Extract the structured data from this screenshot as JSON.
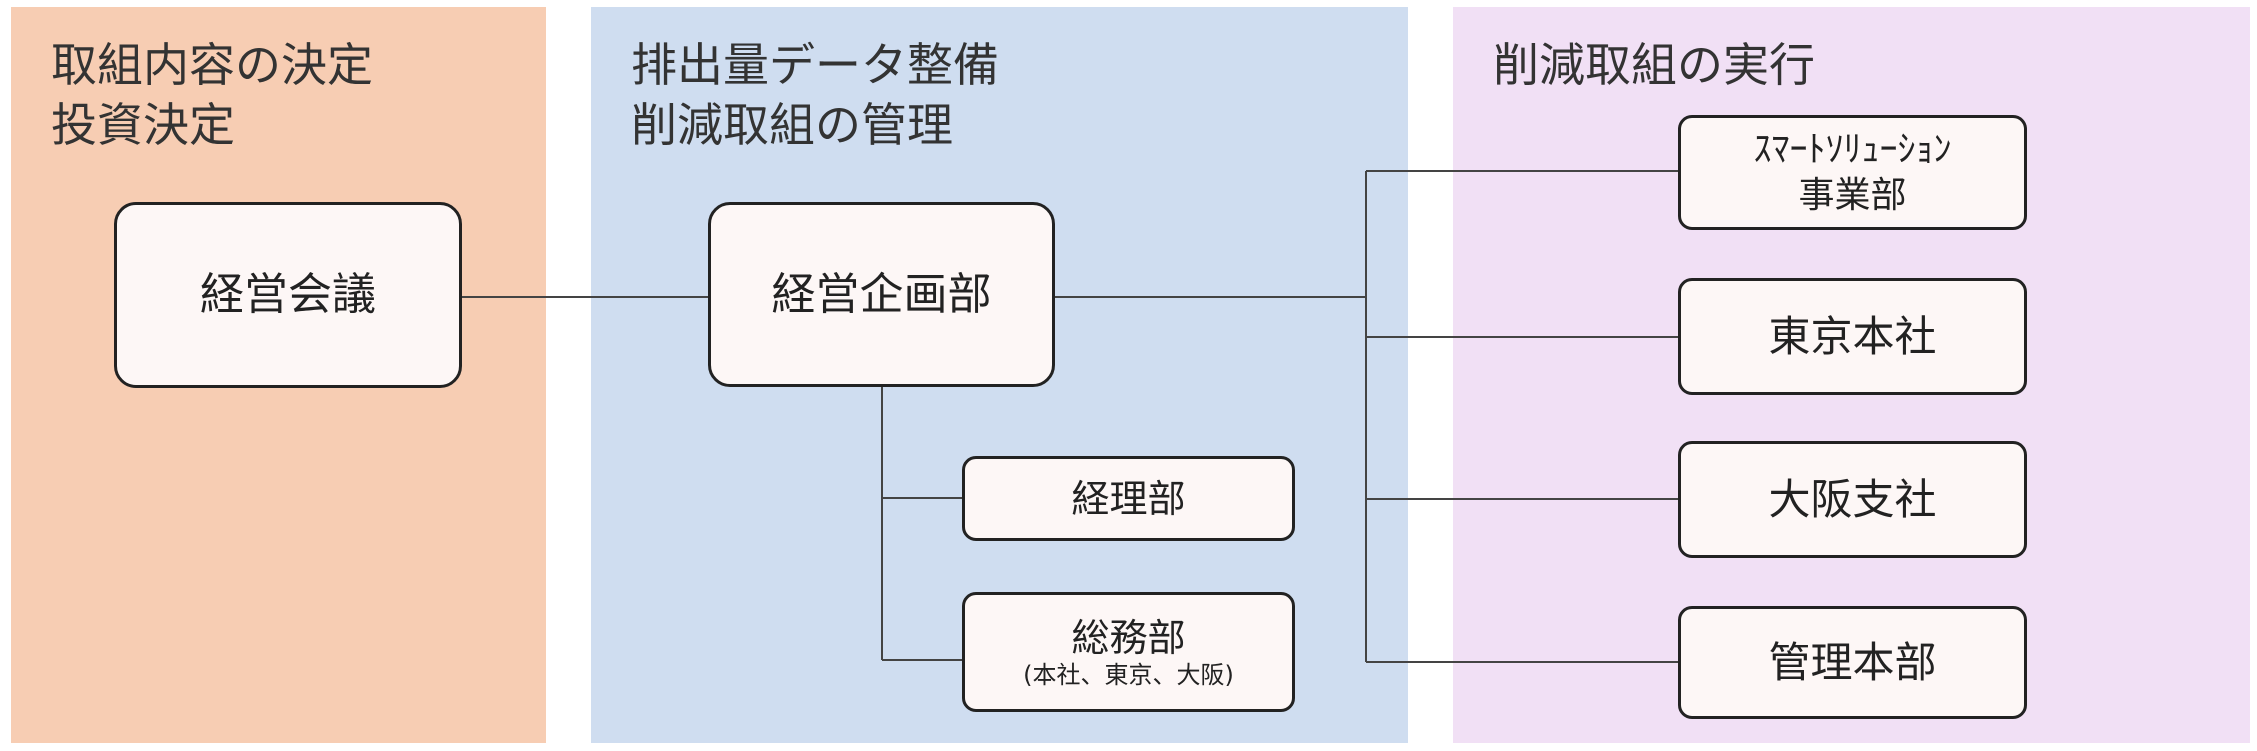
{
  "columns": [
    {
      "title": "取組内容の決定\n投資決定"
    },
    {
      "title": "排出量データ整備\n削減取組の管理"
    },
    {
      "title": "削減取組の実行"
    }
  ],
  "nodes": {
    "keiei_kaigi": "経営会議",
    "keiei_kikaku": "経営企画部",
    "keiri": "経理部",
    "soumu": "総務部",
    "soumu_note": "(本社、東京、大阪)",
    "smart_line1": "ｽﾏｰﾄｿﾘｭｰｼｮﾝ",
    "smart_line2": "事業部",
    "tokyo": "東京本社",
    "osaka": "大阪支社",
    "kanri": "管理本部"
  }
}
